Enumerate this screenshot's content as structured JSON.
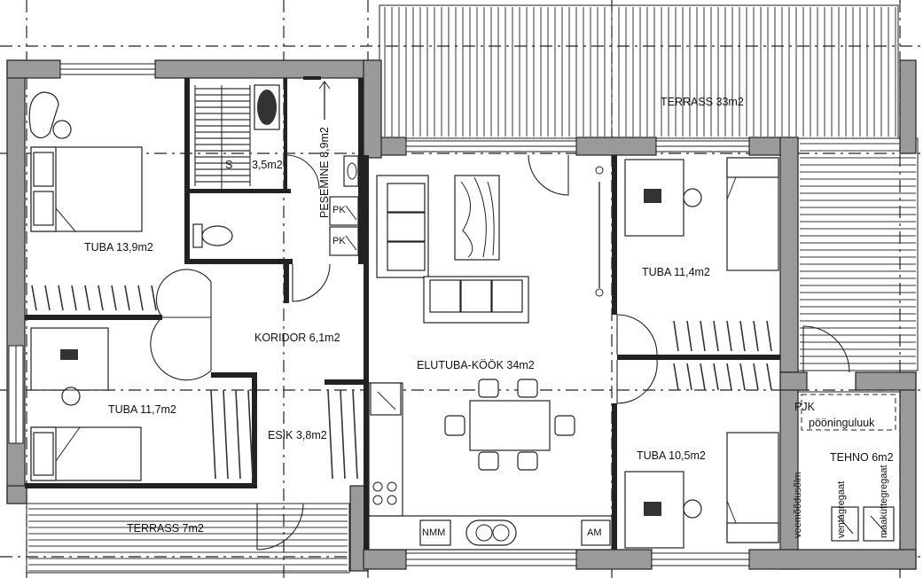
{
  "rooms": {
    "terrass_top": "TERRASS 33m2",
    "saun": "S",
    "saun_area": "3,5m2",
    "pesemine": "PESEMINE 8,9m2",
    "tuba_nw": "TUBA 13,9m2",
    "koridor": "KORIDOR 6,1m2",
    "tuba_w": "TUBA 11,7m2",
    "esik": "ESIK 3,8m2",
    "elutuba": "ELUTUBA-KÖÖK 34m2",
    "tuba_ne": "TUBA 11,4m2",
    "tuba_se": "TUBA 10,5m2",
    "terrass_bottom": "TERRASS 7m2",
    "tehno": "TEHNO 6m2"
  },
  "labels": {
    "pk1": "PK",
    "pk2": "PK",
    "pjk": "PJK",
    "pooninguluuk": "pööninguluuk",
    "veemoodusolm": "veemõõdusõlm",
    "ventagregaat": "ventagregaat",
    "maakyttagregaat": "maaküttegregaat",
    "nmm": "NMM",
    "am": "AM"
  }
}
